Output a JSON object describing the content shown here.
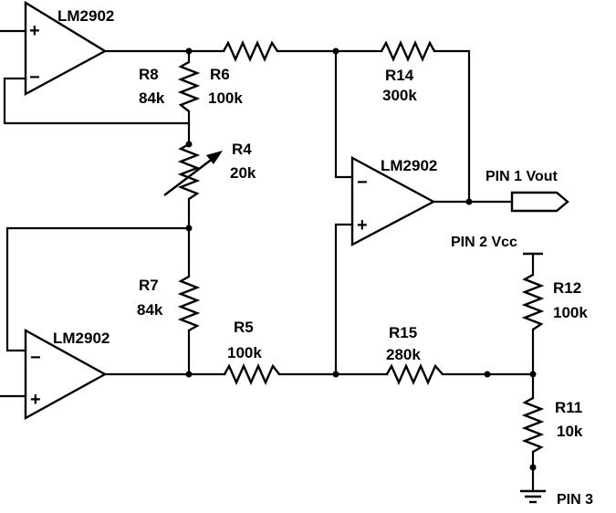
{
  "opamps": {
    "u1": {
      "part": "LM2902",
      "plus": "+",
      "minus": "−"
    },
    "u2": {
      "part": "LM2902",
      "plus": "+",
      "minus": "−"
    },
    "u3": {
      "part": "LM2902",
      "plus": "+",
      "minus": "−"
    }
  },
  "resistors": {
    "r8": {
      "ref": "R8",
      "value": "84k"
    },
    "r6": {
      "ref": "R6",
      "value": "100k"
    },
    "r4": {
      "ref": "R4",
      "value": "20k"
    },
    "r7": {
      "ref": "R7",
      "value": "84k"
    },
    "r5": {
      "ref": "R5",
      "value": "100k"
    },
    "r14": {
      "ref": "R14",
      "value": "300k"
    },
    "r15": {
      "ref": "R15",
      "value": "280k"
    },
    "r12": {
      "ref": "R12",
      "value": "100k"
    },
    "r11": {
      "ref": "R11",
      "value": "10k"
    }
  },
  "pins": {
    "vout": "PIN 1 Vout",
    "vcc": "PIN 2 Vcc",
    "gnd": "PIN 3"
  }
}
